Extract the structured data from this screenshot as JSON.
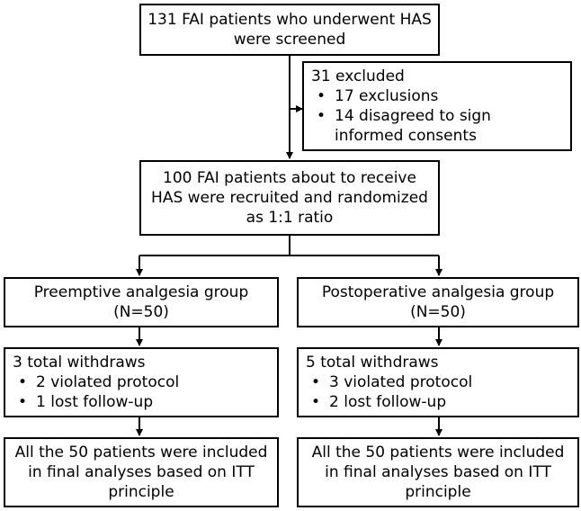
{
  "boxes": {
    "screened": "131 FAI patients who underwent HAS were screened",
    "excluded": {
      "title": "31 excluded",
      "items": [
        "17 exclusions",
        "14 disagreed to sign informed consents"
      ]
    },
    "recruited": "100 FAI patients about to receive HAS were recruited and randomized as 1:1 ratio",
    "group_a": {
      "title": "Preemptive analgesia group",
      "n": "(N=50)"
    },
    "group_b": {
      "title": "Postoperative analgesia group",
      "n": "(N=50)"
    },
    "withdraw_a": {
      "title": "3 total withdraws",
      "items": [
        "2 violated protocol",
        "1 lost follow-up"
      ]
    },
    "withdraw_b": {
      "title": "5 total withdraws",
      "items": [
        "3 violated protocol",
        "2 lost follow-up"
      ]
    },
    "final_a": "All the 50 patients were included in final analyses based on ITT principle",
    "final_b": "All the 50 patients were included in final analyses based on ITT principle"
  }
}
